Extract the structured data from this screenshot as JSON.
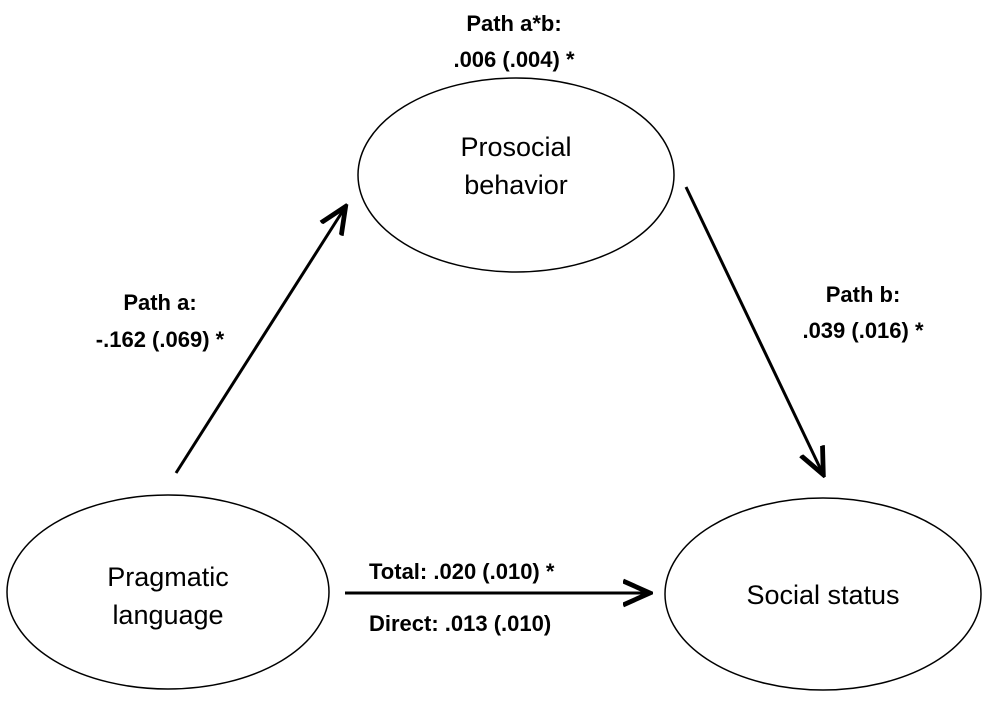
{
  "nodes": {
    "mediator": {
      "line1": "Prosocial",
      "line2": "behavior"
    },
    "predictor": {
      "line1": "Pragmatic",
      "line2": "language"
    },
    "outcome": {
      "line1": "Social status"
    }
  },
  "paths": {
    "ab": {
      "label": "Path a*b:",
      "value": ".006 (.004) *"
    },
    "a": {
      "label": "Path a:",
      "value": "-.162 (.069) *"
    },
    "b": {
      "label": "Path b:",
      "value": ".039 (.016) *"
    },
    "total": {
      "text": "Total: .020 (.010) *"
    },
    "direct": {
      "text": "Direct: .013 (.010)"
    }
  }
}
